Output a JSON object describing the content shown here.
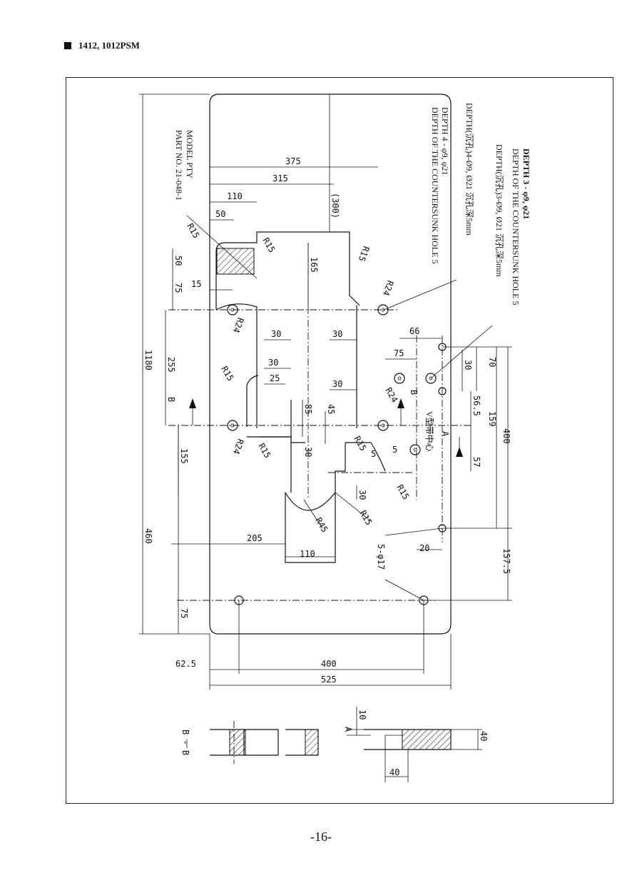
{
  "header": {
    "model": "1412, 1012PSM"
  },
  "footer": {
    "page": "-16-"
  },
  "notes": {
    "depth3_line1": "DEPTH 3 - φ9, φ21",
    "depth3_line2": "DEPTH OF THE COUNTERSUNK HOLE 5",
    "depth3_line3": "DEPTH(沉孔)3-Ø9, Ø21 沉孔深5mm",
    "depth4_line1": "DEPTH(沉孔)4-Ø9, Ø21 沉孔深5mm",
    "depth4_line2": "DEPTH 4 - φ9, φ21",
    "depth4_line3": "DEPTH OF THE COUNTERSUNK HOLE 5",
    "model_line1": "MODEL PTY",
    "model_line2": "PART NO. 21-048-1",
    "v_belt": "V型带中心",
    "holes": "5-φ17",
    "section_bb": "B - B"
  },
  "dims": {
    "d375": "375",
    "d315": "315",
    "d300": "(300)",
    "d110a": "110",
    "d50a": "50",
    "d50b": "50",
    "d75a": "75",
    "d15": "15",
    "d165": "165",
    "r15a": "R15",
    "r15b": "R15",
    "r15c": "R15",
    "r24a": "R24",
    "r24b": "R24",
    "d30a": "30",
    "d30b": "30",
    "d30c": "30",
    "d25": "25",
    "d30d": "30",
    "r15d": "R15",
    "r24c": "R24",
    "d85": "85",
    "d45": "45",
    "r24d": "R24",
    "r15e": "R15",
    "d30e": "30",
    "r15f": "R15",
    "r15g": "R15",
    "r15h": "R15",
    "d30f": "30",
    "r45": "R45",
    "d66": "66",
    "d75b": "75",
    "d30g": "30",
    "d70": "70",
    "d56": "56.5",
    "d159": "159",
    "d400v": "400",
    "d5a": "5",
    "d5b": "5",
    "d57": "57",
    "d20": "20",
    "d157": "157.5",
    "d1180": "1180",
    "d255": "255",
    "d155": "155",
    "d460": "460",
    "d75c": "75",
    "d205": "205",
    "d110b": "110",
    "d62": "62.5",
    "d400h": "400",
    "d525": "525",
    "lb1": "B",
    "lb2": "B",
    "la1": "A",
    "d10": "10",
    "la2": "A",
    "d40a": "40",
    "d40b": "40",
    "sb1": "B",
    "sb2": "B"
  }
}
